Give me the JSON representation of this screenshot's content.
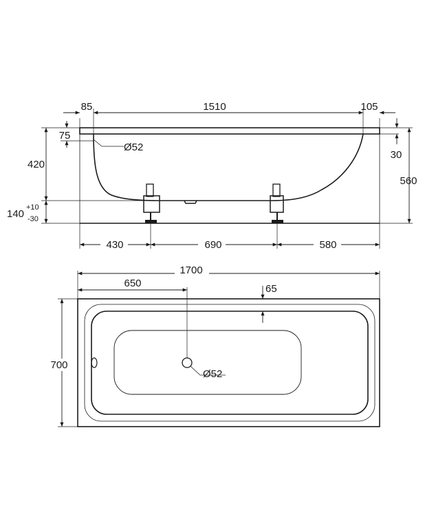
{
  "side_view": {
    "dim_left_rim": "85",
    "dim_inner_length": "1510",
    "dim_right_rim": "105",
    "dim_rim_offset": "75",
    "dim_drain_diameter": "Ø52",
    "dim_basin_depth": "420",
    "dim_leg_height": "140",
    "dim_leg_plus": "+10",
    "dim_leg_minus": "-30",
    "dim_rim_thickness": "30",
    "dim_total_height": "560",
    "dim_leg_left": "430",
    "dim_leg_spacing": "690",
    "dim_leg_right": "580"
  },
  "top_view": {
    "dim_total_length": "1700",
    "dim_drain_offset": "650",
    "dim_rim_width": "65",
    "dim_total_width": "700",
    "dim_drain_diameter": "Ø52"
  },
  "colors": {
    "line": "#1a1a1a",
    "background": "#ffffff"
  }
}
